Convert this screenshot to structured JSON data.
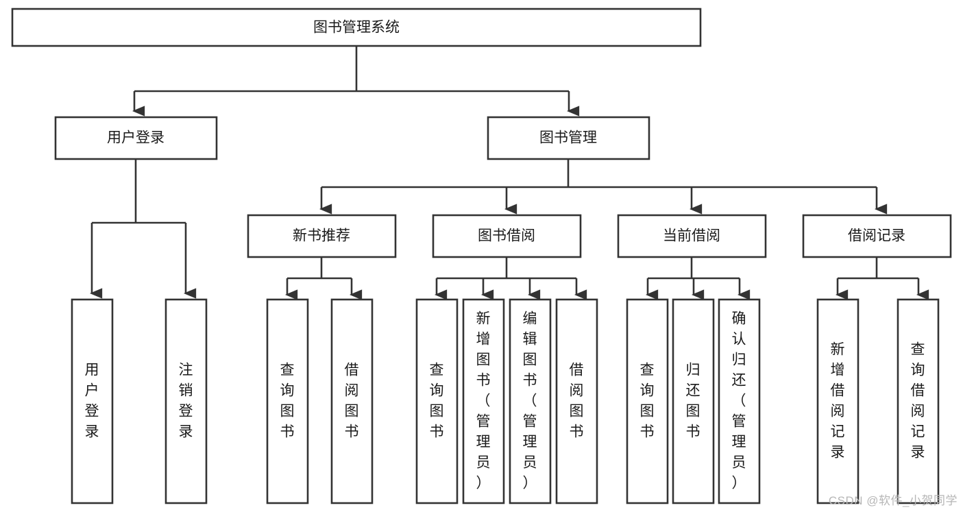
{
  "diagram": {
    "type": "tree-hierarchy",
    "title": "图书管理系统",
    "orientation": "top-down",
    "colors": {
      "stroke": "#333333",
      "box_fill": "#ffffff",
      "text": "#1a1a1a",
      "background": "#ffffff",
      "watermark": "#b6b6b6"
    },
    "levels": {
      "root": {
        "label": "图书管理系统"
      },
      "level2": [
        {
          "label": "用户登录"
        },
        {
          "label": "图书管理"
        }
      ],
      "level3": [
        {
          "label": "新书推荐"
        },
        {
          "label": "图书借阅"
        },
        {
          "label": "当前借阅"
        },
        {
          "label": "借阅记录"
        }
      ],
      "leaves": {
        "user_login": [
          {
            "label": "用户登录"
          },
          {
            "label": "注销登录"
          }
        ],
        "new_book_recommend": [
          {
            "label": "查询图书"
          },
          {
            "label": "借阅图书"
          }
        ],
        "book_borrow": [
          {
            "label": "查询图书"
          },
          {
            "label": "新增图书（管理员）"
          },
          {
            "label": "编辑图书（管理员）"
          },
          {
            "label": "借阅图书"
          }
        ],
        "current_borrow": [
          {
            "label": "查询图书"
          },
          {
            "label": "归还图书"
          },
          {
            "label": "确认归还（管理员）"
          }
        ],
        "borrow_records": [
          {
            "label": "新增借阅记录"
          },
          {
            "label": "查询借阅记录"
          }
        ]
      }
    },
    "watermark": "CSDN @软件_小贺同学"
  }
}
